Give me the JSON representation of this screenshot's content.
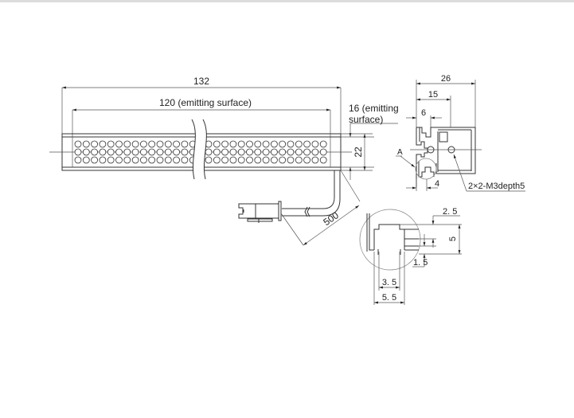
{
  "drawing": {
    "title": "LED bar light dimensional drawing",
    "front_view": {
      "overall_length": "132",
      "emitting_length": "120 (emitting surface)",
      "emitting_width": "16 (emitting surface)",
      "emitting_width_line1": "16 (emitting",
      "emitting_width_line2": "surface)",
      "height": "22",
      "led_rows": 3,
      "leds_per_row_visible": 30
    },
    "cable": {
      "length": "500"
    },
    "side_view": {
      "width_total": "26",
      "dim_15": "15",
      "dim_6": "6",
      "dim_4": "4",
      "detail_label": "A",
      "hole_note": "2×2-M3depth5"
    },
    "detail_A": {
      "dim_top": "2. 5",
      "dim_height": "5",
      "dim_bottom": "1. 5",
      "dim_inner_width": "3. 5",
      "dim_outer_width": "5. 5"
    }
  }
}
